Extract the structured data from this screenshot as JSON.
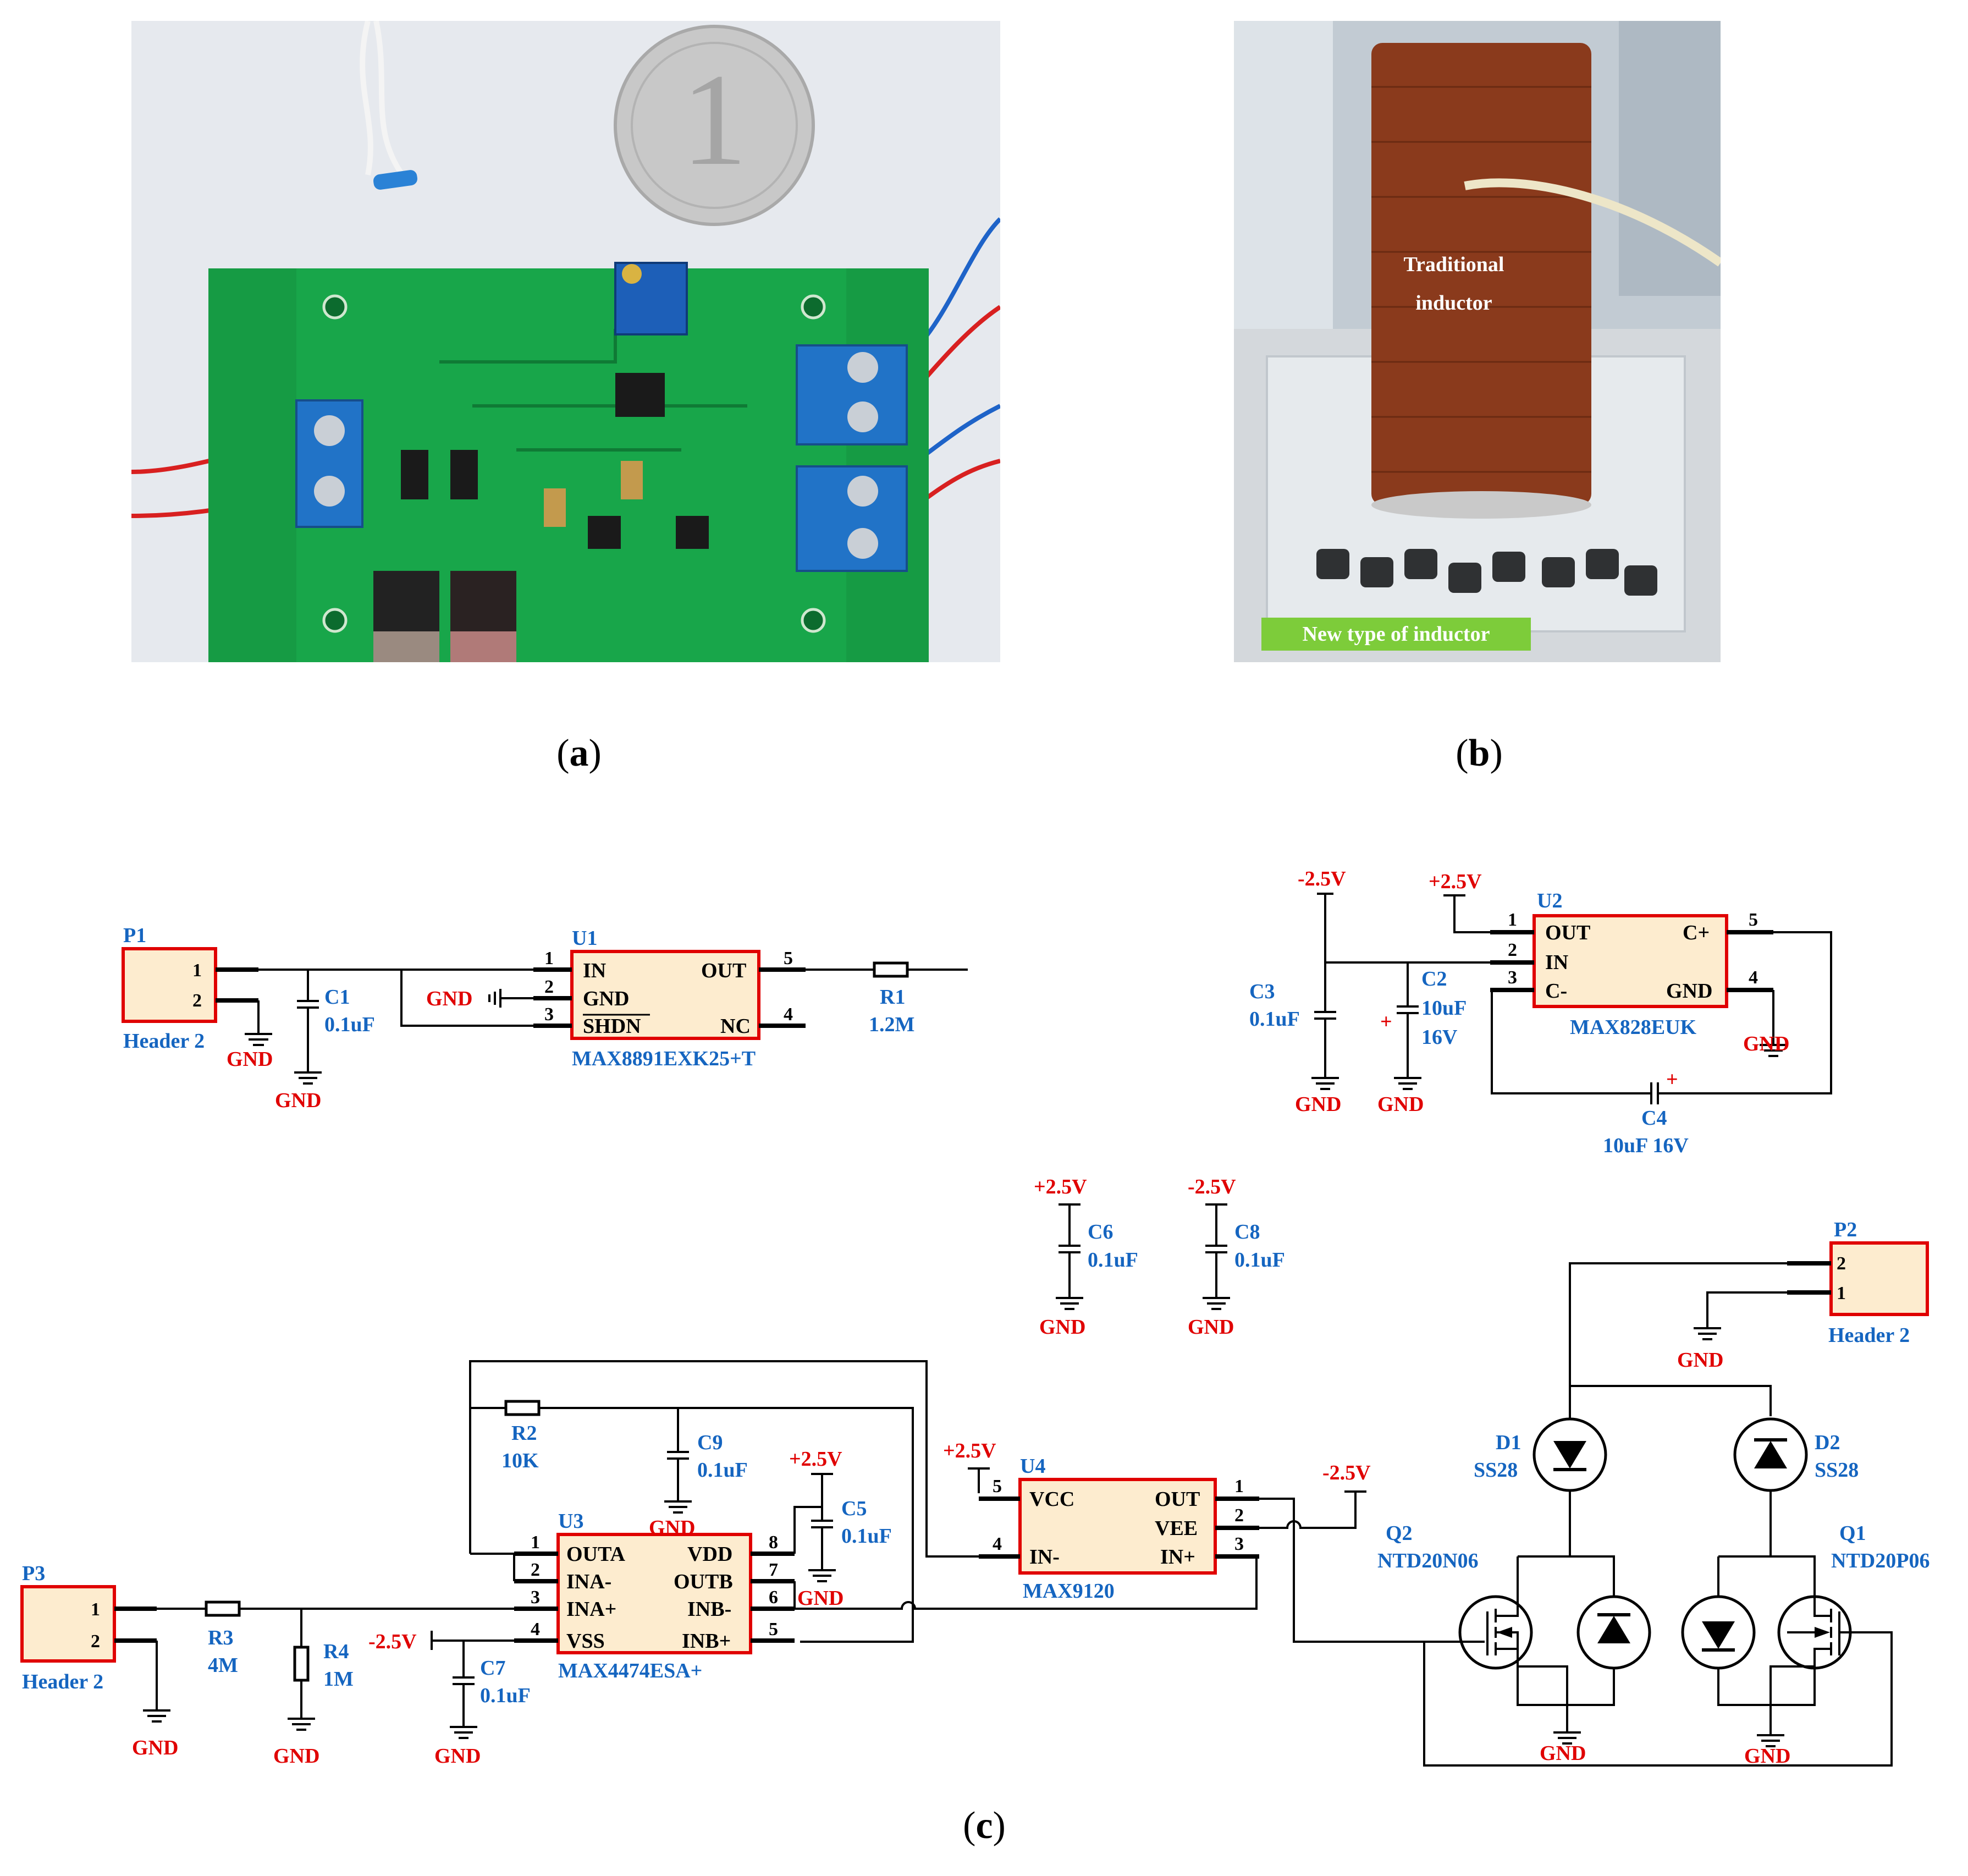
{
  "captions": {
    "a": "a",
    "b": "b",
    "c": "c"
  },
  "photo_b": {
    "label_traditional_1": "Traditional",
    "label_traditional_2": "inductor",
    "label_new": "New type of inductor"
  },
  "colors": {
    "ref": "#1565c0",
    "power": "#e00000",
    "wire": "#000000",
    "chip_border": "#e00000",
    "chip_fill": "#fdeccf",
    "pcb": "#16a046",
    "green_label": "#7dcc3a"
  },
  "schematic": {
    "p1": {
      "ref": "P1",
      "name": "Header 2",
      "pins": [
        "1",
        "2"
      ]
    },
    "p2": {
      "ref": "P2",
      "name": "Header 2",
      "pins": [
        "2",
        "1"
      ]
    },
    "p3": {
      "ref": "P3",
      "name": "Header 2",
      "pins": [
        "1",
        "2"
      ]
    },
    "u1": {
      "ref": "U1",
      "part": "MAX8891EXK25+T",
      "left": [
        "IN",
        "GND",
        "SHDN"
      ],
      "right": [
        "OUT",
        "NC"
      ],
      "left_nums": [
        "1",
        "2",
        "3"
      ],
      "right_nums": [
        "5",
        "4"
      ]
    },
    "u2": {
      "ref": "U2",
      "part": "MAX828EUK",
      "left": [
        "OUT",
        "IN",
        "C-"
      ],
      "right": [
        "C+",
        "GND"
      ],
      "left_nums": [
        "1",
        "2",
        "3"
      ],
      "right_nums": [
        "5",
        "4"
      ]
    },
    "u3": {
      "ref": "U3",
      "part": "MAX4474ESA+",
      "left": [
        "OUTA",
        "INA-",
        "INA+",
        "VSS"
      ],
      "right": [
        "VDD",
        "OUTB",
        "INB-",
        "INB+"
      ],
      "left_nums": [
        "1",
        "2",
        "3",
        "4"
      ],
      "right_nums": [
        "8",
        "7",
        "6",
        "5"
      ]
    },
    "u4": {
      "ref": "U4",
      "part": "MAX9120",
      "left": [
        "VCC",
        "IN-"
      ],
      "right": [
        "OUT",
        "VEE",
        "IN+"
      ],
      "left_nums": [
        "5",
        "4"
      ],
      "right_nums": [
        "1",
        "2",
        "3"
      ]
    },
    "c1": {
      "ref": "C1",
      "value": "0.1uF"
    },
    "c2": {
      "ref": "C2",
      "value1": "10uF",
      "value2": "16V",
      "plus": "+"
    },
    "c3": {
      "ref": "C3",
      "value": "0.1uF"
    },
    "c4": {
      "ref": "C4",
      "value": "10uF 16V"
    },
    "c5": {
      "ref": "C5",
      "value": "0.1uF"
    },
    "c6": {
      "ref": "C6",
      "value": "0.1uF"
    },
    "c7": {
      "ref": "C7",
      "value": "0.1uF"
    },
    "c8": {
      "ref": "C8",
      "value": "0.1uF"
    },
    "c9": {
      "ref": "C9",
      "value": "0.1uF"
    },
    "r1": {
      "ref": "R1",
      "value": "1.2M"
    },
    "r2": {
      "ref": "R2",
      "value": "10K"
    },
    "r3": {
      "ref": "R3",
      "value": "4M"
    },
    "r4": {
      "ref": "R4",
      "value": "1M"
    },
    "d1": {
      "ref": "D1",
      "part": "SS28"
    },
    "d2": {
      "ref": "D2",
      "part": "SS28"
    },
    "q1": {
      "ref": "Q1",
      "part": "NTD20P06"
    },
    "q2": {
      "ref": "Q2",
      "part": "NTD20N06"
    },
    "gnd": "GND",
    "pos": "+2.5V",
    "neg": "-2.5V"
  }
}
